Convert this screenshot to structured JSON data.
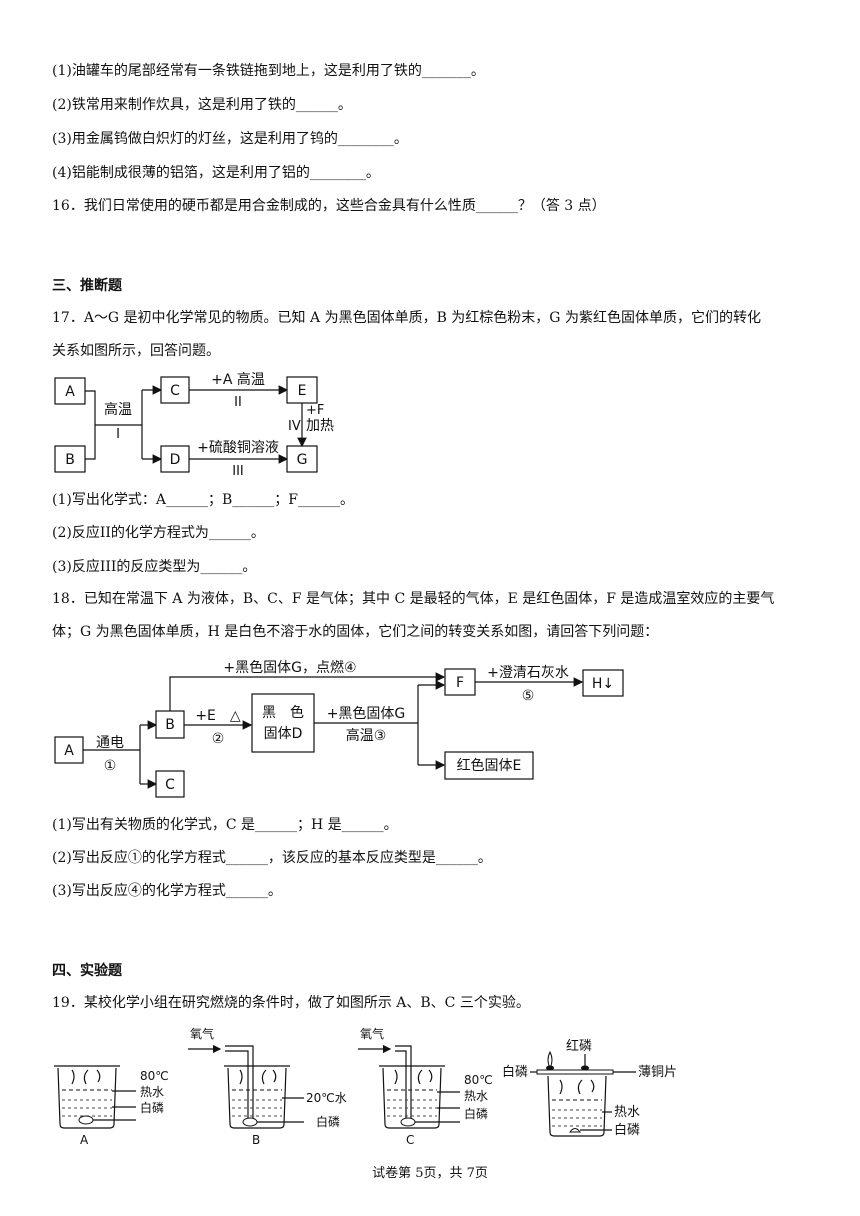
{
  "questions": {
    "q15_1": "(1)油罐车的尾部经常有一条铁链拖到地上，这是利用了铁的_______。",
    "q15_2": "(2)铁常用来制作炊具，这是利用了铁的______。",
    "q15_3": "(3)用金属钨做白炽灯的灯丝，这是利用了钨的________。",
    "q15_4": "(4)铝能制成很薄的铝箔，这是利用了铝的________。",
    "q16": "16．我们日常使用的硬币都是用合金制成的，这些合金具有什么性质______？（答 3 点）"
  },
  "section3": {
    "title": "三、推断题",
    "q17_intro_1": "17．A～G 是初中化学常见的物质。已知 A 为黑色固体单质，B 为红棕色粉末，G 为紫红色固体单质，它们的转化",
    "q17_intro_2": "关系如图所示，回答问题。",
    "diagram17": {
      "A": "A",
      "B": "B",
      "C": "C",
      "D": "D",
      "E": "E",
      "G": "G",
      "cond_I_top": "高温",
      "cond_I_num": "I",
      "cond_II_top": "+A 高温",
      "cond_II_num": "II",
      "cond_III_top": "+硫酸铜溶液",
      "cond_III_num": "III",
      "cond_IV_plusF": "+F",
      "cond_IV_num": "IV",
      "cond_IV_heat": "加热"
    },
    "q17_1": "(1)写出化学式：A______；B______；F______。",
    "q17_2": "(2)反应II的化学方程式为______。",
    "q17_3": "(3)反应III的反应类型为______。",
    "q18_intro_1": "18．已知在常温下 A 为液体，B、C、F 是气体；其中 C 是最轻的气体，E 是红色固体，F 是造成温室效应的主要气",
    "q18_intro_2": "体；G 为黑色固体单质，H 是白色不溶于水的固体，它们之间的转变关系如图，请回答下列问题：",
    "diagram18": {
      "A": "A",
      "B": "B",
      "C": "C",
      "F": "F",
      "H": "H↓",
      "D_line1": "黑　色",
      "D_line2": "固体D",
      "E_box": "红色固体E",
      "top_cond": "+黑色固体G，点燃④",
      "lime_cond": "+澄清石灰水",
      "lime_num": "⑤",
      "elec": "通电",
      "elec_num": "①",
      "BE_cond": "+E　△",
      "BE_num": "②",
      "DG_cond": "+黑色固体G",
      "DG_cond2": "高温③"
    },
    "q18_1": "(1)写出有关物质的化学式，C 是______；H 是______。",
    "q18_2": "(2)写出反应①的化学方程式______，该反应的基本反应类型是______。",
    "q18_3": "(3)写出反应④的化学方程式______。"
  },
  "section4": {
    "title": "四、实验题",
    "q19_intro": "19．某校化学小组在研究燃烧的条件时，做了如图所示 A、B、C 三个实验。",
    "fig": {
      "A_temp": "80℃",
      "A_water": "热水",
      "A_p": "白磷",
      "A_label": "A",
      "B_o2": "氧气",
      "B_water": "20℃水",
      "B_p": "白磷",
      "B_label": "B",
      "C_o2": "氧气",
      "C_temp": "80℃",
      "C_water": "热水",
      "C_p": "白磷",
      "C_label": "C",
      "D_red": "红磷",
      "D_white": "白磷",
      "D_cu": "薄铜片",
      "D_water": "热水",
      "D_p": "白磷"
    }
  },
  "footer": "试卷第 5页，共 7页"
}
